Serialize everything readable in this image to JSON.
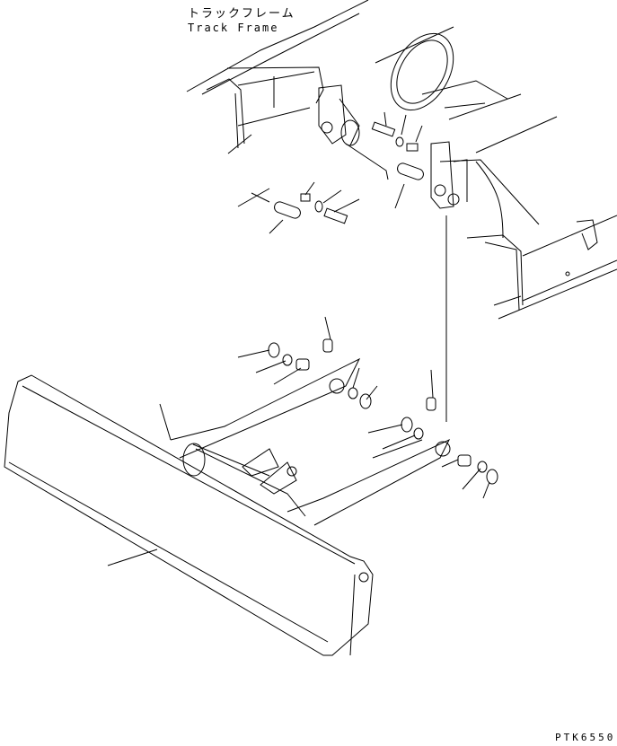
{
  "diagram": {
    "type": "exploded-parts-illustration",
    "subject": "dozer blade mounting to track frame",
    "labels": {
      "track_frame_jp": "トラックフレーム",
      "track_frame_en": "Track Frame"
    },
    "drawing_code": "PTK6550",
    "colors": {
      "line": "#000000",
      "background": "#ffffff"
    }
  }
}
